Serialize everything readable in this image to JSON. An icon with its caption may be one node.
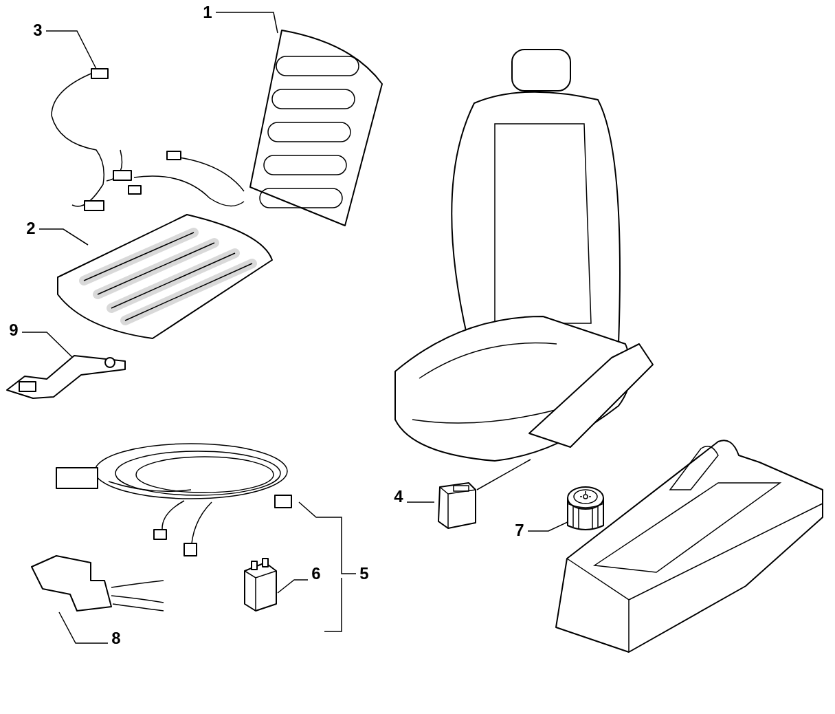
{
  "diagram": {
    "nodes": [
      {
        "text": [
          "1"
        ]
      },
      {
        "text": [],
        "shape": "picture"
      },
      {
        "text": [
          "2"
        ]
      },
      {
        "text": [],
        "shape": "picture"
      },
      {
        "text": [
          "3"
        ]
      },
      {
        "text": [],
        "shape": "picture"
      },
      {
        "text": [],
        "shape": "picture"
      },
      {
        "text": [
          "9"
        ]
      },
      {
        "text": [],
        "shape": "picture"
      },
      {
        "text": [
          "4"
        ]
      },
      {
        "text": [],
        "shape": "picture"
      },
      {
        "text": [
          "7"
        ]
      },
      {
        "text": [],
        "shape": "picture"
      },
      {
        "text": [],
        "shape": "picture"
      },
      {
        "text": [
          "5"
        ]
      },
      {
        "text": [
          "6"
        ]
      },
      {
        "text": [],
        "shape": "picture"
      },
      {
        "text": [
          "8"
        ]
      },
      {
        "text": [],
        "shape": "picture"
      },
      {
        "text": [],
        "shape": "picture"
      }
    ],
    "edges": [
      {
        "from": 0,
        "to": 1,
        "arrow": "none"
      },
      {
        "from": 2,
        "to": 3,
        "arrow": "none"
      },
      {
        "from": 4,
        "to": 5,
        "arrow": "none"
      },
      {
        "from": 7,
        "to": 8,
        "arrow": "none"
      },
      {
        "from": 9,
        "to": 10,
        "arrow": "none"
      },
      {
        "from": 11,
        "to": 12,
        "arrow": "none"
      },
      {
        "from": 14,
        "to": 13,
        "arrow": "none"
      },
      {
        "from": 15,
        "to": 16,
        "arrow": "none"
      },
      {
        "from": 17,
        "to": 18,
        "arrow": "none"
      },
      {
        "from": 10,
        "to": 6,
        "arrow": "none"
      }
    ]
  }
}
